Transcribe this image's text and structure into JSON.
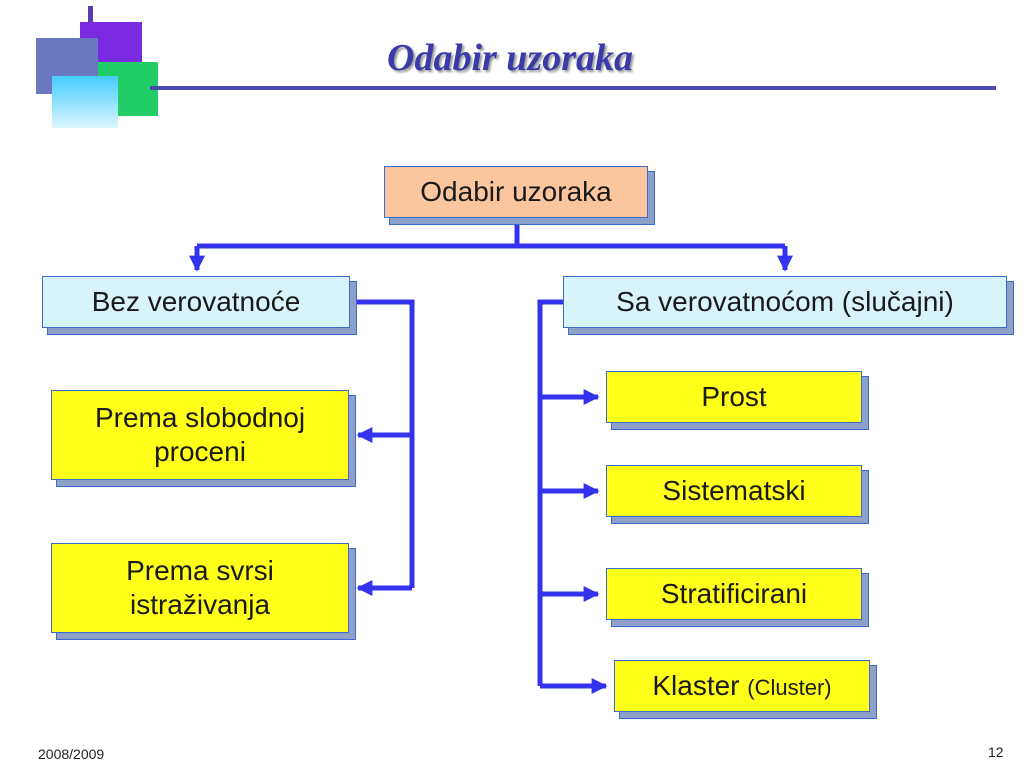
{
  "slide": {
    "title": "Odabir uzoraka",
    "footer_year": "2008/2009",
    "page_number": "12"
  },
  "diagram": {
    "root": "Odabir uzoraka",
    "left_branch": {
      "label": "Bez verovatnoće",
      "children": [
        "Prema slobodnoj proceni",
        "Prema svrsi istraživanja"
      ]
    },
    "right_branch": {
      "label": "Sa verovatnoćom (slučajni)",
      "children": [
        "Prost",
        "Sistematski",
        "Stratificirani"
      ],
      "last_child_main": "Klaster",
      "last_child_sub": "(Cluster)"
    }
  },
  "colors": {
    "connector": "#3333ee",
    "leaf_fill": "#ffff1a",
    "branch_fill": "#d8f4fb",
    "root_fill": "#fbc59d",
    "title": "#3a3aa8"
  }
}
